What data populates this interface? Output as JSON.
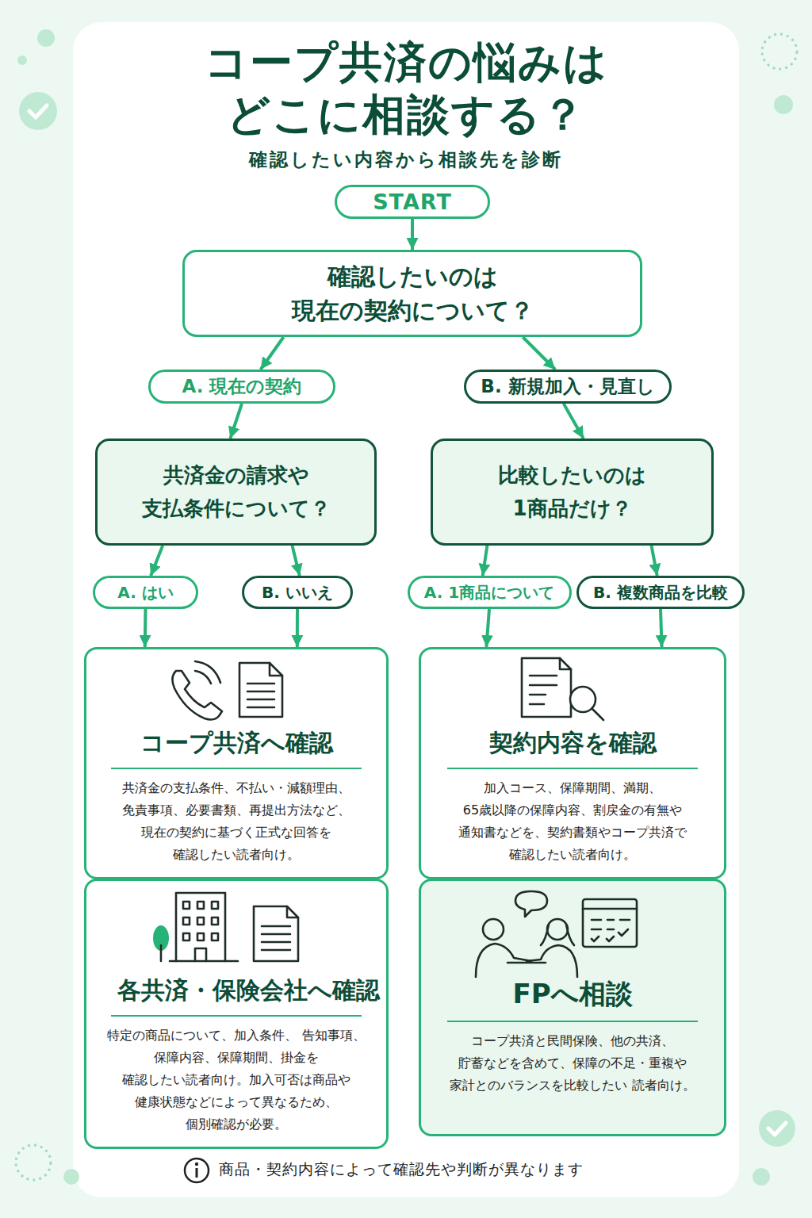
{
  "diagram": {
    "title": "コープ共済の悩みは どこに相談する？",
    "nodes": [
      {
        "text": [
          "START"
        ]
      },
      {
        "text": [
          "確認したいのは 現在の契約について？"
        ]
      },
      {
        "text": [
          "A. 現在の契約"
        ]
      },
      {
        "text": [
          "B. 新規加入・見直し"
        ]
      },
      {
        "text": [
          "共済金の請求や 支払条件について？"
        ]
      },
      {
        "text": [
          "比較したいのは 1商品だけ？"
        ]
      },
      {
        "text": [
          "A. はい"
        ]
      },
      {
        "text": [
          "B. いいえ"
        ]
      },
      {
        "text": [
          "A. 1商品について"
        ]
      },
      {
        "text": [
          "B. 複数商品を比較"
        ]
      },
      {
        "text": [
          "コープ共済へ確認",
          "共済金の支払条件、不払い・減額理由、 免責事項、必要書類、再提出方法など、 現在の契約に基づく正式な回答を 確認したい読者向け。"
        ]
      },
      {
        "text": [
          "契約内容を確認",
          "加入コース、保障期間、満期、 65歳以降の保障内容、割戻金の有無や 通知書などを、契約書類やコープ共済で 確認したい読者向け。"
        ]
      },
      {
        "text": [
          "各共済・保険会社へ確認",
          "特定の商品について、加入条件、 告知事項、保障内容、保障期間、掛金を 確認したい読者向け。加入可否は商品や 健康状態などによって異なるため、 個別確認が必要。"
        ]
      },
      {
        "text": [
          "FPへ相談",
          "コープ共済と民間保険、他の共済、 貯蓄などを含めて、保障の不足・重複や 家計とのバランスを比較したい 読者向け。"
        ]
      }
    ],
    "edges": [
      {
        "from": 0,
        "to": 1,
        "arrow": "to"
      },
      {
        "from": 1,
        "to": 2,
        "arrow": "to"
      },
      {
        "from": 1,
        "to": 3,
        "arrow": "to"
      },
      {
        "from": 2,
        "to": 4,
        "arrow": "to"
      },
      {
        "from": 3,
        "to": 5,
        "arrow": "to"
      },
      {
        "from": 4,
        "to": 6,
        "arrow": "to"
      },
      {
        "from": 4,
        "to": 7,
        "arrow": "to"
      },
      {
        "from": 5,
        "to": 8,
        "arrow": "to"
      },
      {
        "from": 5,
        "to": 9,
        "arrow": "to"
      },
      {
        "from": 6,
        "to": 10,
        "arrow": "to"
      },
      {
        "from": 7,
        "to": 10,
        "arrow": "to"
      },
      {
        "from": 8,
        "to": 11,
        "arrow": "to"
      },
      {
        "from": 9,
        "to": 11,
        "arrow": "to"
      }
    ],
    "labels": [
      "確認したい内容から相談先を診断",
      "商品・契約内容によって確認先や判断が異なります"
    ]
  }
}
